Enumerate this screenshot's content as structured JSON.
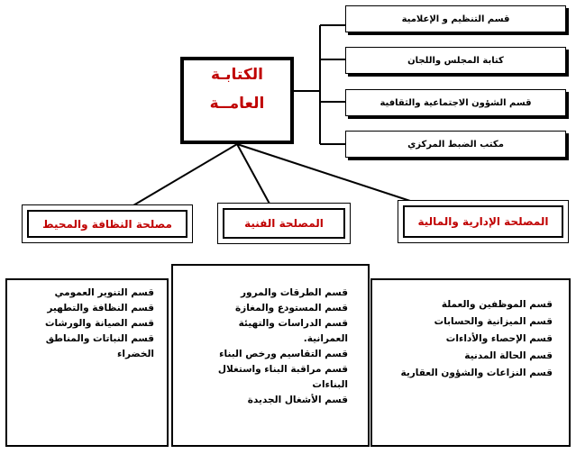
{
  "central": {
    "line1": "الكتابـة",
    "line2": "العامــة"
  },
  "side_units": [
    "قسم التنظيم و الإعلامية",
    "كتابة المجلس واللجان",
    "قسم الشؤون الاجتماعية والثقافية",
    "مكتب الضبط المركزي"
  ],
  "departments": [
    {
      "title": "المصلحة الإدارية والمالية",
      "items": [
        "قسم الموظفين والعملة",
        "قسم الميزانية والحسابات",
        "قسم الإحصاء والأداءات",
        "قسم الحالة المدنية",
        "قسم النزاعات والشؤون العقارية"
      ]
    },
    {
      "title": "المصلحة الفنية",
      "items": [
        "قسم الطرقات والمرور",
        "قسم المستودع والمغازة",
        "قسم الدراسات والتهيئة العمرانية.",
        "قسم التقاسيم ورخص البناء",
        "قسم مراقبة البناء واستغلال البناءات",
        "قسم الأشغال الجديدة"
      ]
    },
    {
      "title": "مصلحة النظافة والمحيط",
      "items": [
        "قسم التنوير العمومي",
        "قسم النظافة والتطهير",
        "قسم الصيانة والورشات",
        "قسم النباتات والمناطق الخضراء"
      ]
    }
  ]
}
